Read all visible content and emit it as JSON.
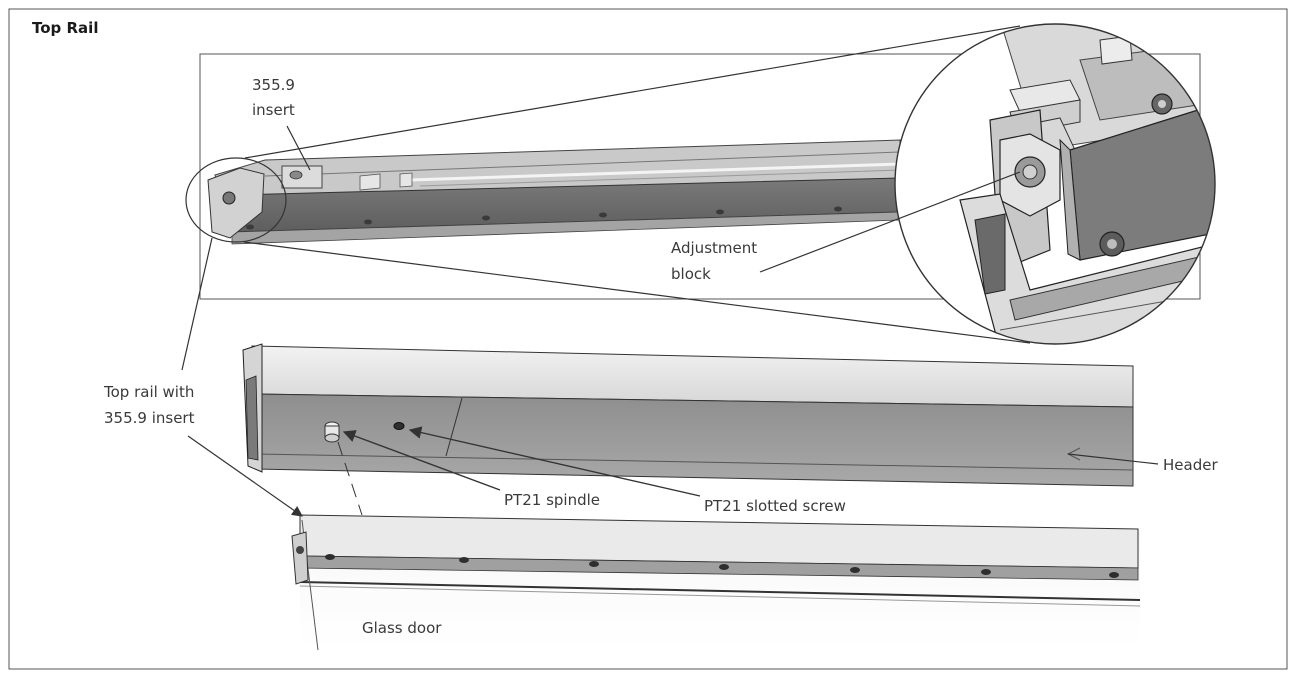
{
  "title": "Top Rail",
  "labels": {
    "insert_line1": "355.9",
    "insert_line2": "insert",
    "adjust_line1": "Adjustment",
    "adjust_line2": "block",
    "toprail_line1": "Top rail with",
    "toprail_line2": "355.9 insert",
    "spindle": "PT21 spindle",
    "screw": "PT21 slotted screw",
    "header": "Header",
    "glass": "Glass door"
  },
  "colors": {
    "frame": "#555555",
    "rail_dark": "#6f6f6f",
    "rail_mid": "#8a8a8a",
    "rail_light": "#d8d8d8",
    "header_face": "#9a9a9a",
    "header_top": "#e4e4e4",
    "glass_top": "#eeeeee",
    "line": "#333333"
  }
}
